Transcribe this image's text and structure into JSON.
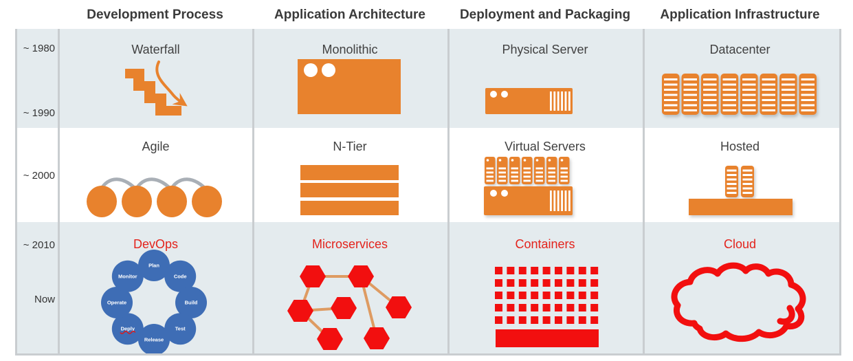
{
  "palette": {
    "orange": "#E8822D",
    "red": "#F20F0F",
    "red_text": "#E3231C",
    "blue": "#3E6DB5",
    "row_bg": "#E4EBEE",
    "grid": "#C9CDD0",
    "header_text": "#3A3A3A",
    "label_text": "#414141",
    "link_orange": "#DE9B62",
    "arc_gray": "#A9AFB6"
  },
  "headers": [
    "Development Process",
    "Application Architecture",
    "Deployment and Packaging",
    "Application Infrastructure"
  ],
  "timeline": [
    "~ 1980",
    "~ 1990",
    "~ 2000",
    "~ 2010",
    "Now"
  ],
  "cells": {
    "waterfall": {
      "label": "Waterfall"
    },
    "monolithic": {
      "label": "Monolithic"
    },
    "physical_server": {
      "label": "Physical Server"
    },
    "datacenter": {
      "label": "Datacenter"
    },
    "agile": {
      "label": "Agile"
    },
    "n_tier": {
      "label": "N-Tier"
    },
    "virtual_servers": {
      "label": "Virtual Servers"
    },
    "hosted": {
      "label": "Hosted"
    },
    "devops": {
      "label": "DevOps",
      "steps": [
        "Plan",
        "Code",
        "Build",
        "Test",
        "Release",
        "Deply",
        "Operate",
        "Monitor"
      ]
    },
    "microservices": {
      "label": "Microservices"
    },
    "containers": {
      "label": "Containers"
    },
    "cloud": {
      "label": "Cloud"
    }
  }
}
